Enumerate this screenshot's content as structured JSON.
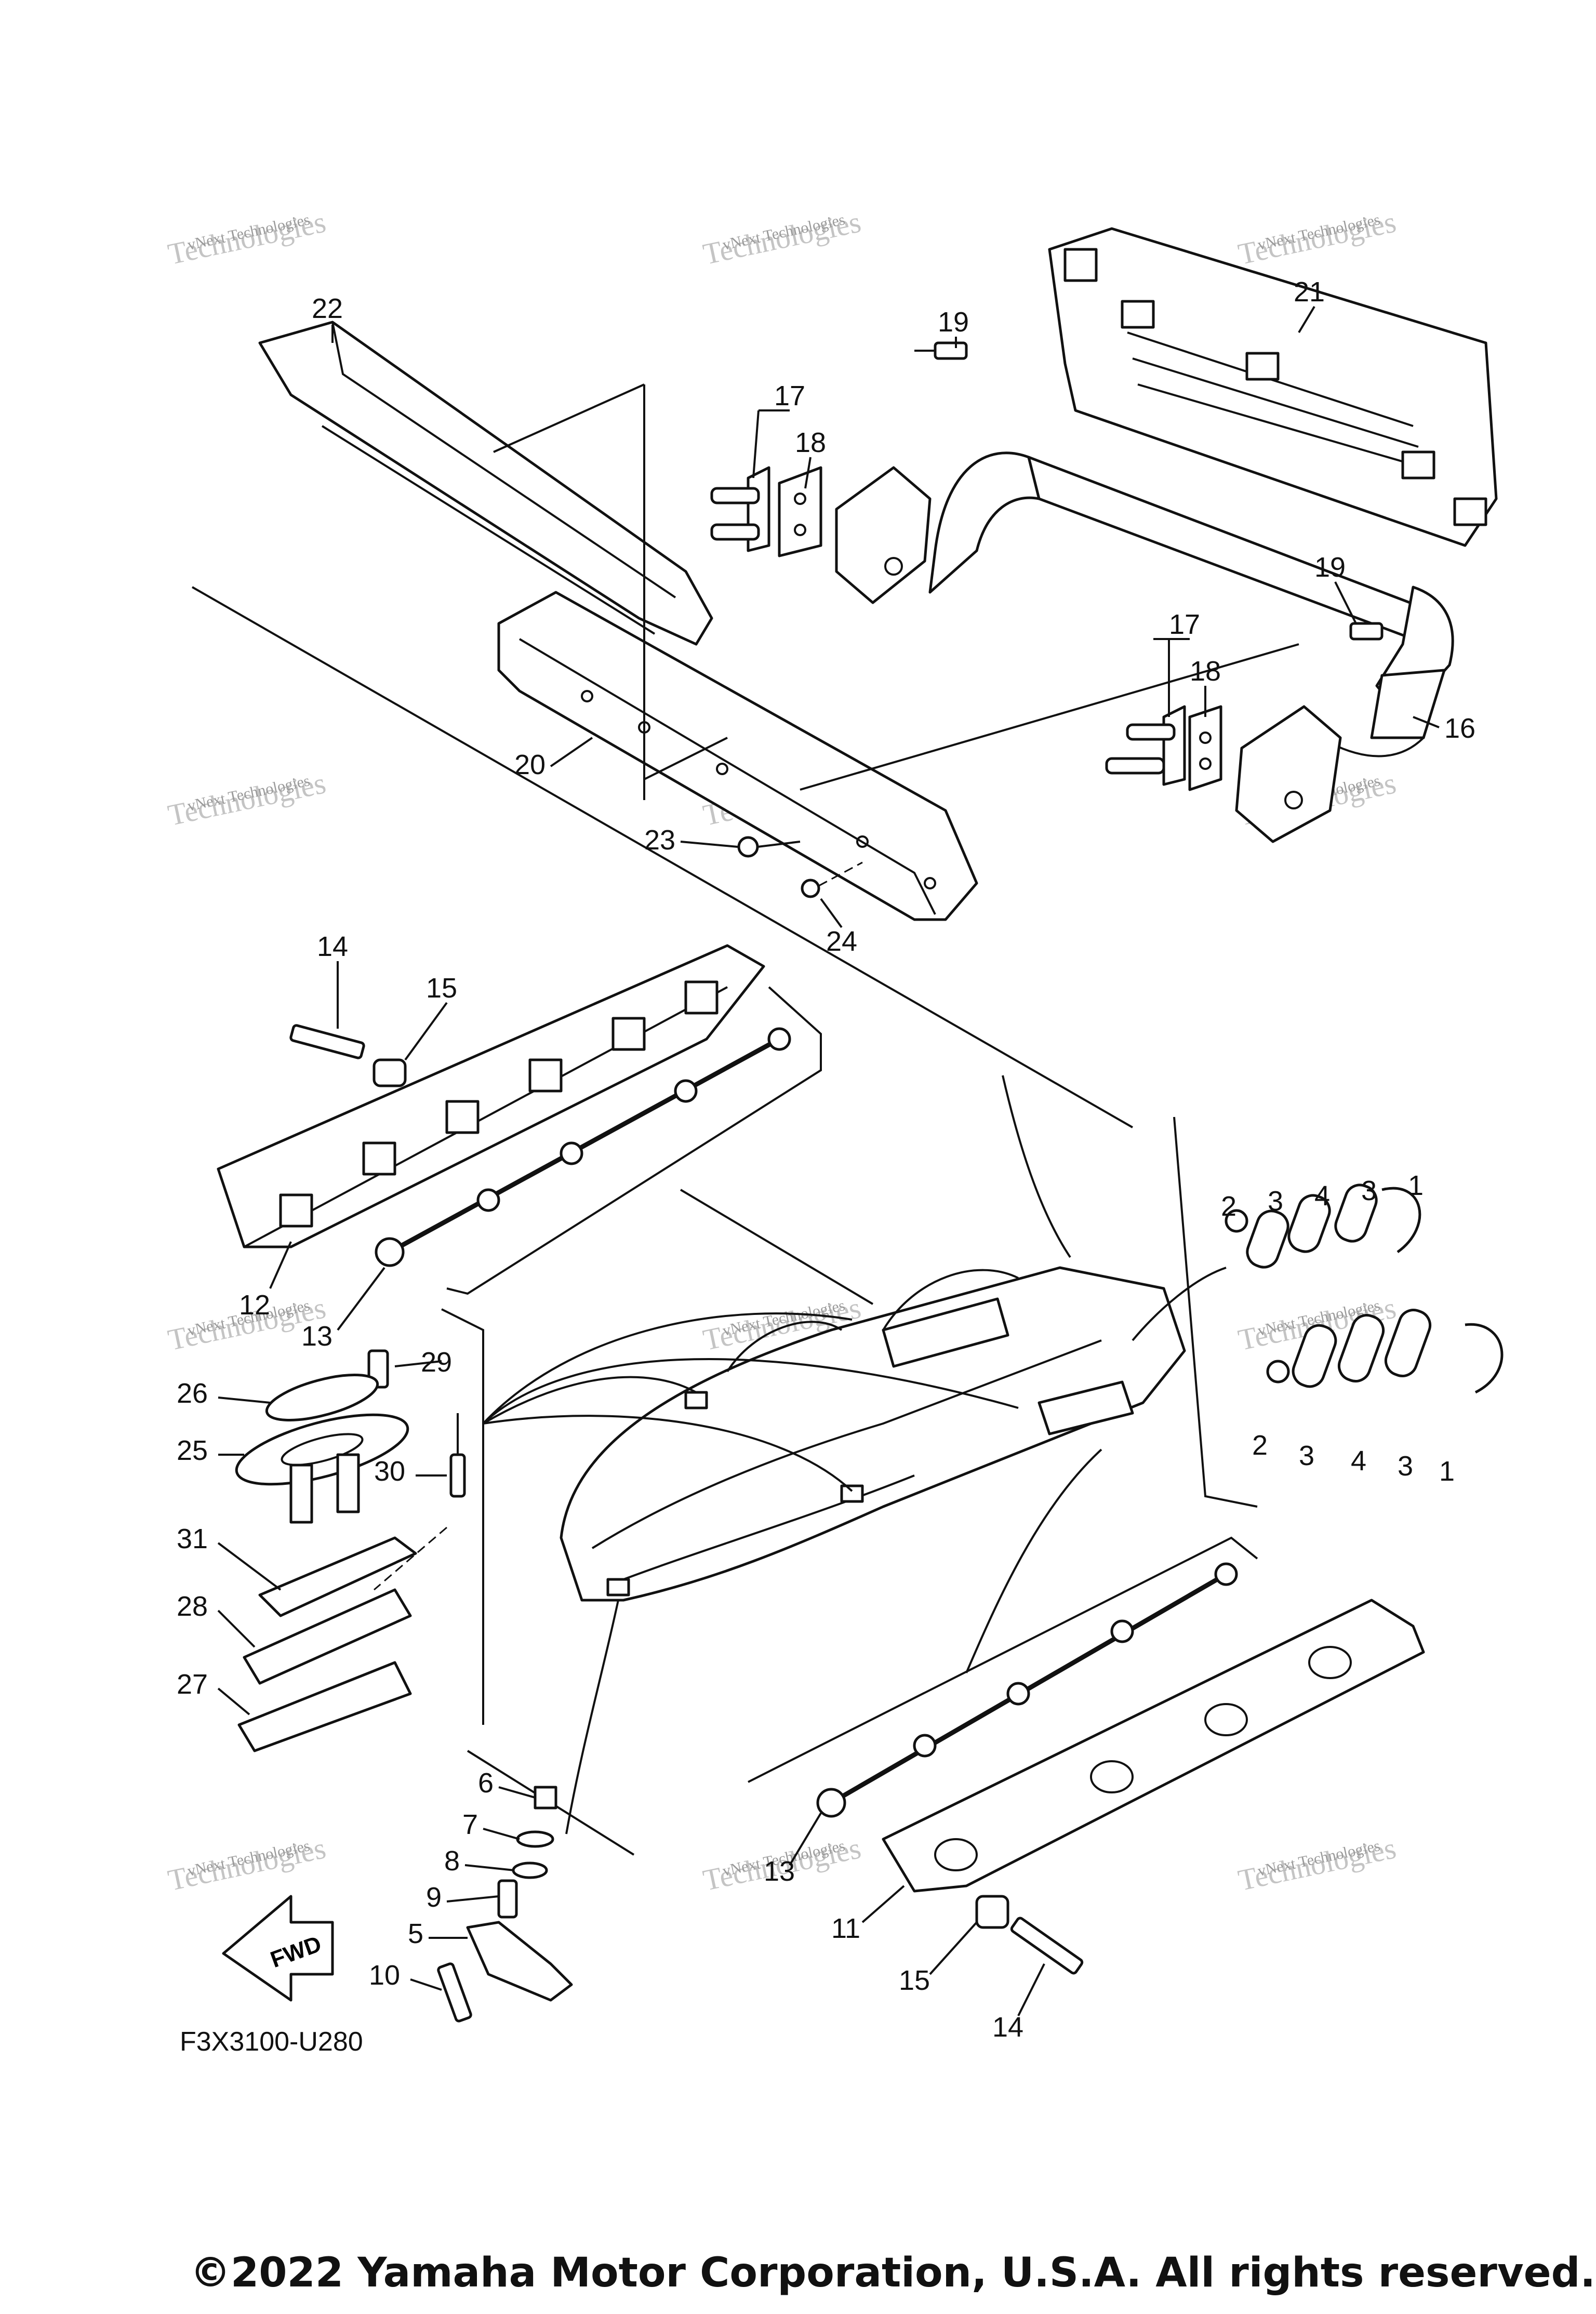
{
  "diagram": {
    "code": "F3X3100-U280",
    "copyright": "©2022 Yamaha Motor Corporation, U.S.A. All rights reserved.",
    "direction_label": "FWD",
    "watermark": {
      "line1": "vNext Technologies",
      "line2": "Technologies",
      "line3": "vNext"
    },
    "callouts": [
      {
        "id": "c22",
        "text": "22"
      },
      {
        "id": "c19a",
        "text": "19"
      },
      {
        "id": "c17a",
        "text": "17"
      },
      {
        "id": "c18a",
        "text": "18"
      },
      {
        "id": "c21",
        "text": "21"
      },
      {
        "id": "c19b",
        "text": "19"
      },
      {
        "id": "c17b",
        "text": "17"
      },
      {
        "id": "c18b",
        "text": "18"
      },
      {
        "id": "c16",
        "text": "16"
      },
      {
        "id": "c20",
        "text": "20"
      },
      {
        "id": "c23",
        "text": "23"
      },
      {
        "id": "c24",
        "text": "24"
      },
      {
        "id": "c14a",
        "text": "14"
      },
      {
        "id": "c15a",
        "text": "15"
      },
      {
        "id": "c12",
        "text": "12"
      },
      {
        "id": "c13a",
        "text": "13"
      },
      {
        "id": "c2a",
        "text": "2"
      },
      {
        "id": "c3a",
        "text": "3"
      },
      {
        "id": "c4a",
        "text": "4"
      },
      {
        "id": "c3b",
        "text": "3"
      },
      {
        "id": "c1a",
        "text": "1"
      },
      {
        "id": "c2b",
        "text": "2"
      },
      {
        "id": "c3c",
        "text": "3"
      },
      {
        "id": "c4b",
        "text": "4"
      },
      {
        "id": "c3d",
        "text": "3"
      },
      {
        "id": "c1b",
        "text": "1"
      },
      {
        "id": "c29",
        "text": "29"
      },
      {
        "id": "c26",
        "text": "26"
      },
      {
        "id": "c25",
        "text": "25"
      },
      {
        "id": "c30",
        "text": "30"
      },
      {
        "id": "c31",
        "text": "31"
      },
      {
        "id": "c28",
        "text": "28"
      },
      {
        "id": "c27",
        "text": "27"
      },
      {
        "id": "c6",
        "text": "6"
      },
      {
        "id": "c7",
        "text": "7"
      },
      {
        "id": "c8",
        "text": "8"
      },
      {
        "id": "c9",
        "text": "9"
      },
      {
        "id": "c5",
        "text": "5"
      },
      {
        "id": "c10",
        "text": "10"
      },
      {
        "id": "c13b",
        "text": "13"
      },
      {
        "id": "c11",
        "text": "11"
      },
      {
        "id": "c15b",
        "text": "15"
      },
      {
        "id": "c14b",
        "text": "14"
      }
    ]
  }
}
